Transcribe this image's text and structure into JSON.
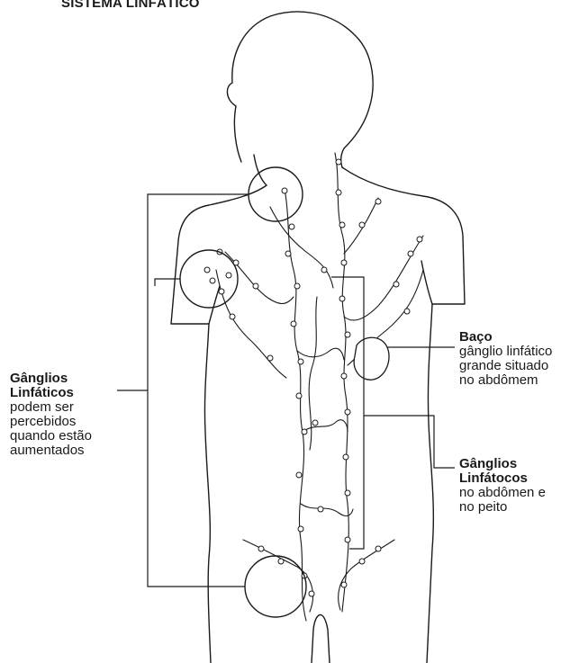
{
  "title": "SISTEMA LINFÁTICO",
  "labels": {
    "ganglios_left": {
      "line1": "Gânglios",
      "line2": "Linfáticos",
      "desc": [
        "podem ser",
        "percebidos",
        "quando estão",
        "aumentados"
      ]
    },
    "baco": {
      "heading": "Baço",
      "desc": [
        "gânglio linfático",
        "grande situado",
        "no abdômem"
      ]
    },
    "ganglios_abdomen": {
      "line1": "Gânglios",
      "line2": "Linfátocos",
      "desc": [
        "no abdômen e",
        "no peito"
      ]
    }
  },
  "colors": {
    "ink": "#1a1a1a",
    "background": "#ffffff"
  }
}
